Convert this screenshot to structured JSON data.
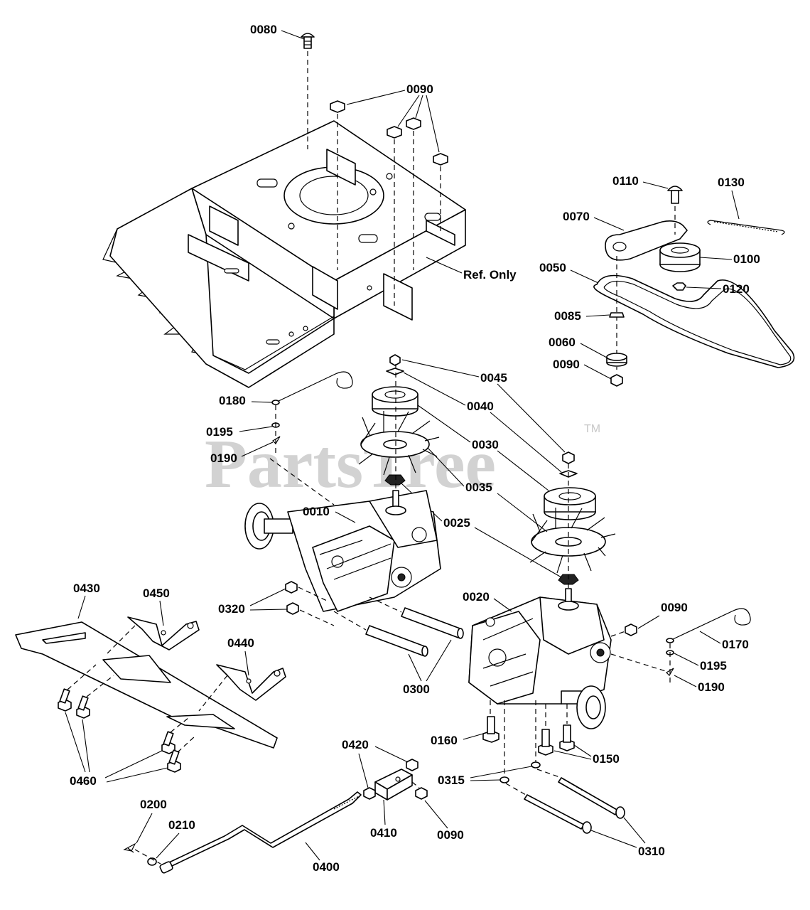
{
  "watermark": {
    "brand": "PartsTree",
    "tm": "TM"
  },
  "labels": {
    "l0080": "0080",
    "l0090_top": "0090",
    "ref_only": "Ref. Only",
    "l0110": "0110",
    "l0130": "0130",
    "l0070": "0070",
    "l0100": "0100",
    "l0050": "0050",
    "l0120": "0120",
    "l0085": "0085",
    "l0060": "0060",
    "l0090_right": "0090",
    "l0045": "0045",
    "l0040": "0040",
    "l0180": "0180",
    "l0195_left": "0195",
    "l0190_left": "0190",
    "l0030": "0030",
    "l0035": "0035",
    "l0010": "0010",
    "l0025": "0025",
    "l0430": "0430",
    "l0450": "0450",
    "l0320": "0320",
    "l0020": "0020",
    "l0090_mid": "0090",
    "l0440": "0440",
    "l0170": "0170",
    "l0195_right": "0195",
    "l0300": "0300",
    "l0190_right": "0190",
    "l0160": "0160",
    "l0150": "0150",
    "l0420": "0420",
    "l0460": "0460",
    "l0315": "0315",
    "l0200": "0200",
    "l0210": "0210",
    "l0410": "0410",
    "l0090_bottom": "0090",
    "l0310": "0310",
    "l0400": "0400"
  }
}
